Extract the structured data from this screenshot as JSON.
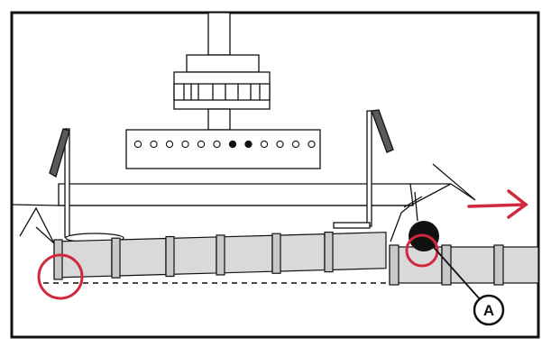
{
  "diagram": {
    "callout_label": "A"
  },
  "colors": {
    "outline": "#111111",
    "accent_red": "#d0283c",
    "pipe_fill": "#d9d9d9",
    "pipe_joint": "#c8c8c8",
    "antenna_fill": "#5a5a5a",
    "background": "#ffffff"
  },
  "portholes": {
    "count": 12,
    "filled_indices": [
      6,
      7
    ]
  },
  "icons": {
    "direction_arrow": "right-arrow-icon",
    "marker": "circle-marker-icon",
    "callout": "callout-circle-icon"
  }
}
